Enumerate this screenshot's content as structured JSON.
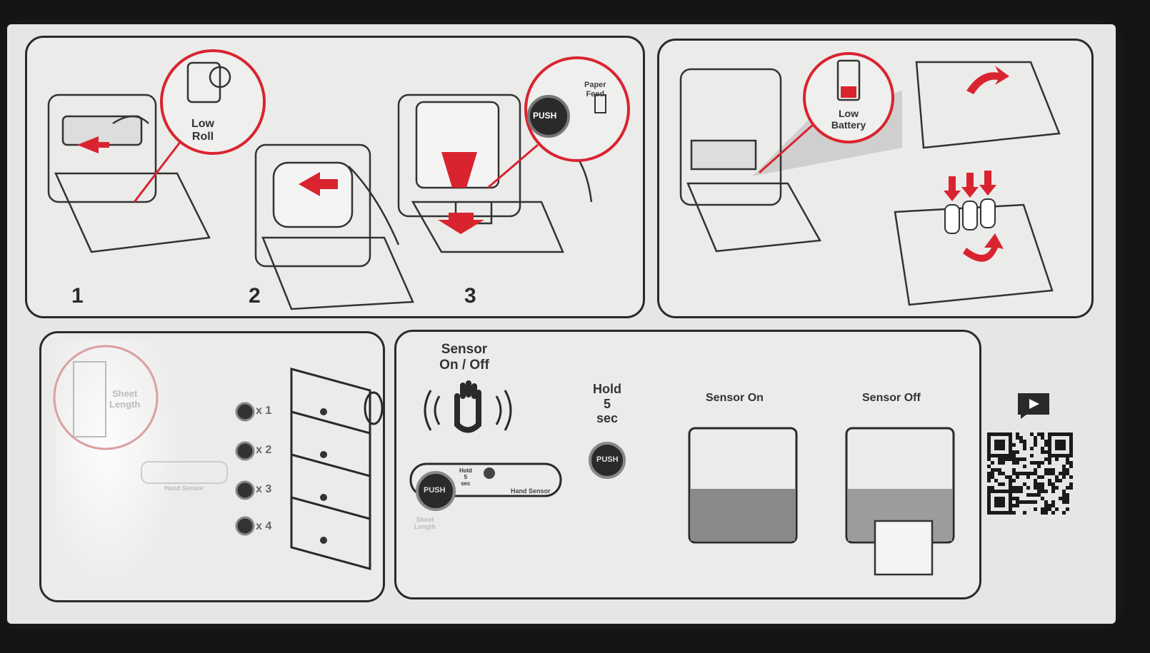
{
  "refill_panel": {
    "steps": [
      "1",
      "2",
      "3"
    ],
    "low_roll_label": "Low\nRoll",
    "push_button_label": "PUSH",
    "paper_feed_label": "Paper\nFeed"
  },
  "battery_panel": {
    "low_battery_label": "Low\nBattery"
  },
  "sheet_length_panel": {
    "sheet_length_label": "Sheet\nLength",
    "hand_sensor_label": "Hand Sensor",
    "press_counts": [
      "x 1",
      "x 2",
      "x 3",
      "x 4"
    ]
  },
  "sensor_panel": {
    "title": "Sensor\nOn / Off",
    "hold_label": "Hold\n5\nsec",
    "push_button_label": "PUSH",
    "mini_hold_label": "Hold\n5\nsec",
    "mini_hand_sensor_label": "Hand Sensor",
    "mini_sheet_length_label": "Sheet\nLength",
    "sensor_on_label": "Sensor On",
    "sensor_off_label": "Sensor Off"
  },
  "colors": {
    "accent_red": "#d9242f",
    "ink": "#2a2a2a",
    "label_bg": "#e6e6e4"
  }
}
